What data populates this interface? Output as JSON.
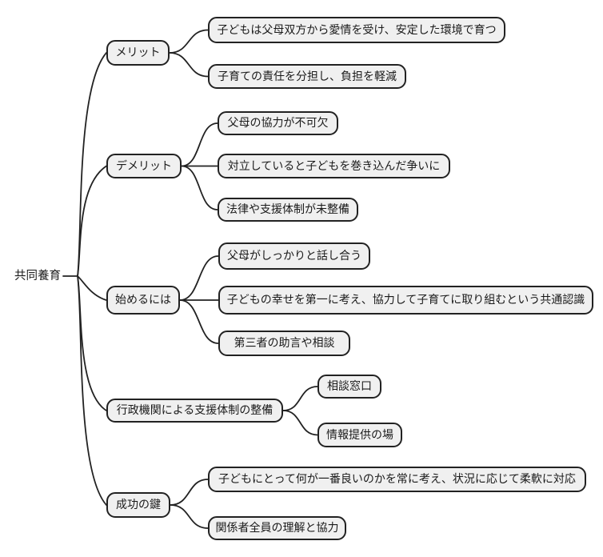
{
  "diagram": {
    "type": "mindmap",
    "root": {
      "label": "共同養育"
    },
    "branches": [
      {
        "label": "メリット",
        "children": [
          "子どもは父母双方から愛情を受け、安定した環境で育つ",
          "子育ての責任を分担し、負担を軽減"
        ]
      },
      {
        "label": "デメリット",
        "children": [
          "父母の協力が不可欠",
          "対立していると子どもを巻き込んだ争いに",
          "法律や支援体制が未整備"
        ]
      },
      {
        "label": "始めるには",
        "children": [
          "父母がしっかりと話し合う",
          "子どもの幸せを第一に考え、協力して子育てに取り組むという共通認識",
          "第三者の助言や相談"
        ]
      },
      {
        "label": "行政機関による支援体制の整備",
        "children": [
          "相談窓口",
          "情報提供の場"
        ]
      },
      {
        "label": "成功の鍵",
        "children": [
          "子どもにとって何が一番良いのかを常に考え、状況に応じて柔軟に対応",
          "関係者全員の理解と協力"
        ]
      }
    ],
    "colors": {
      "background": "#ffffff",
      "node_fill": "#f0f0f0",
      "node_border": "#222222",
      "text": "#1a1a1a"
    }
  }
}
